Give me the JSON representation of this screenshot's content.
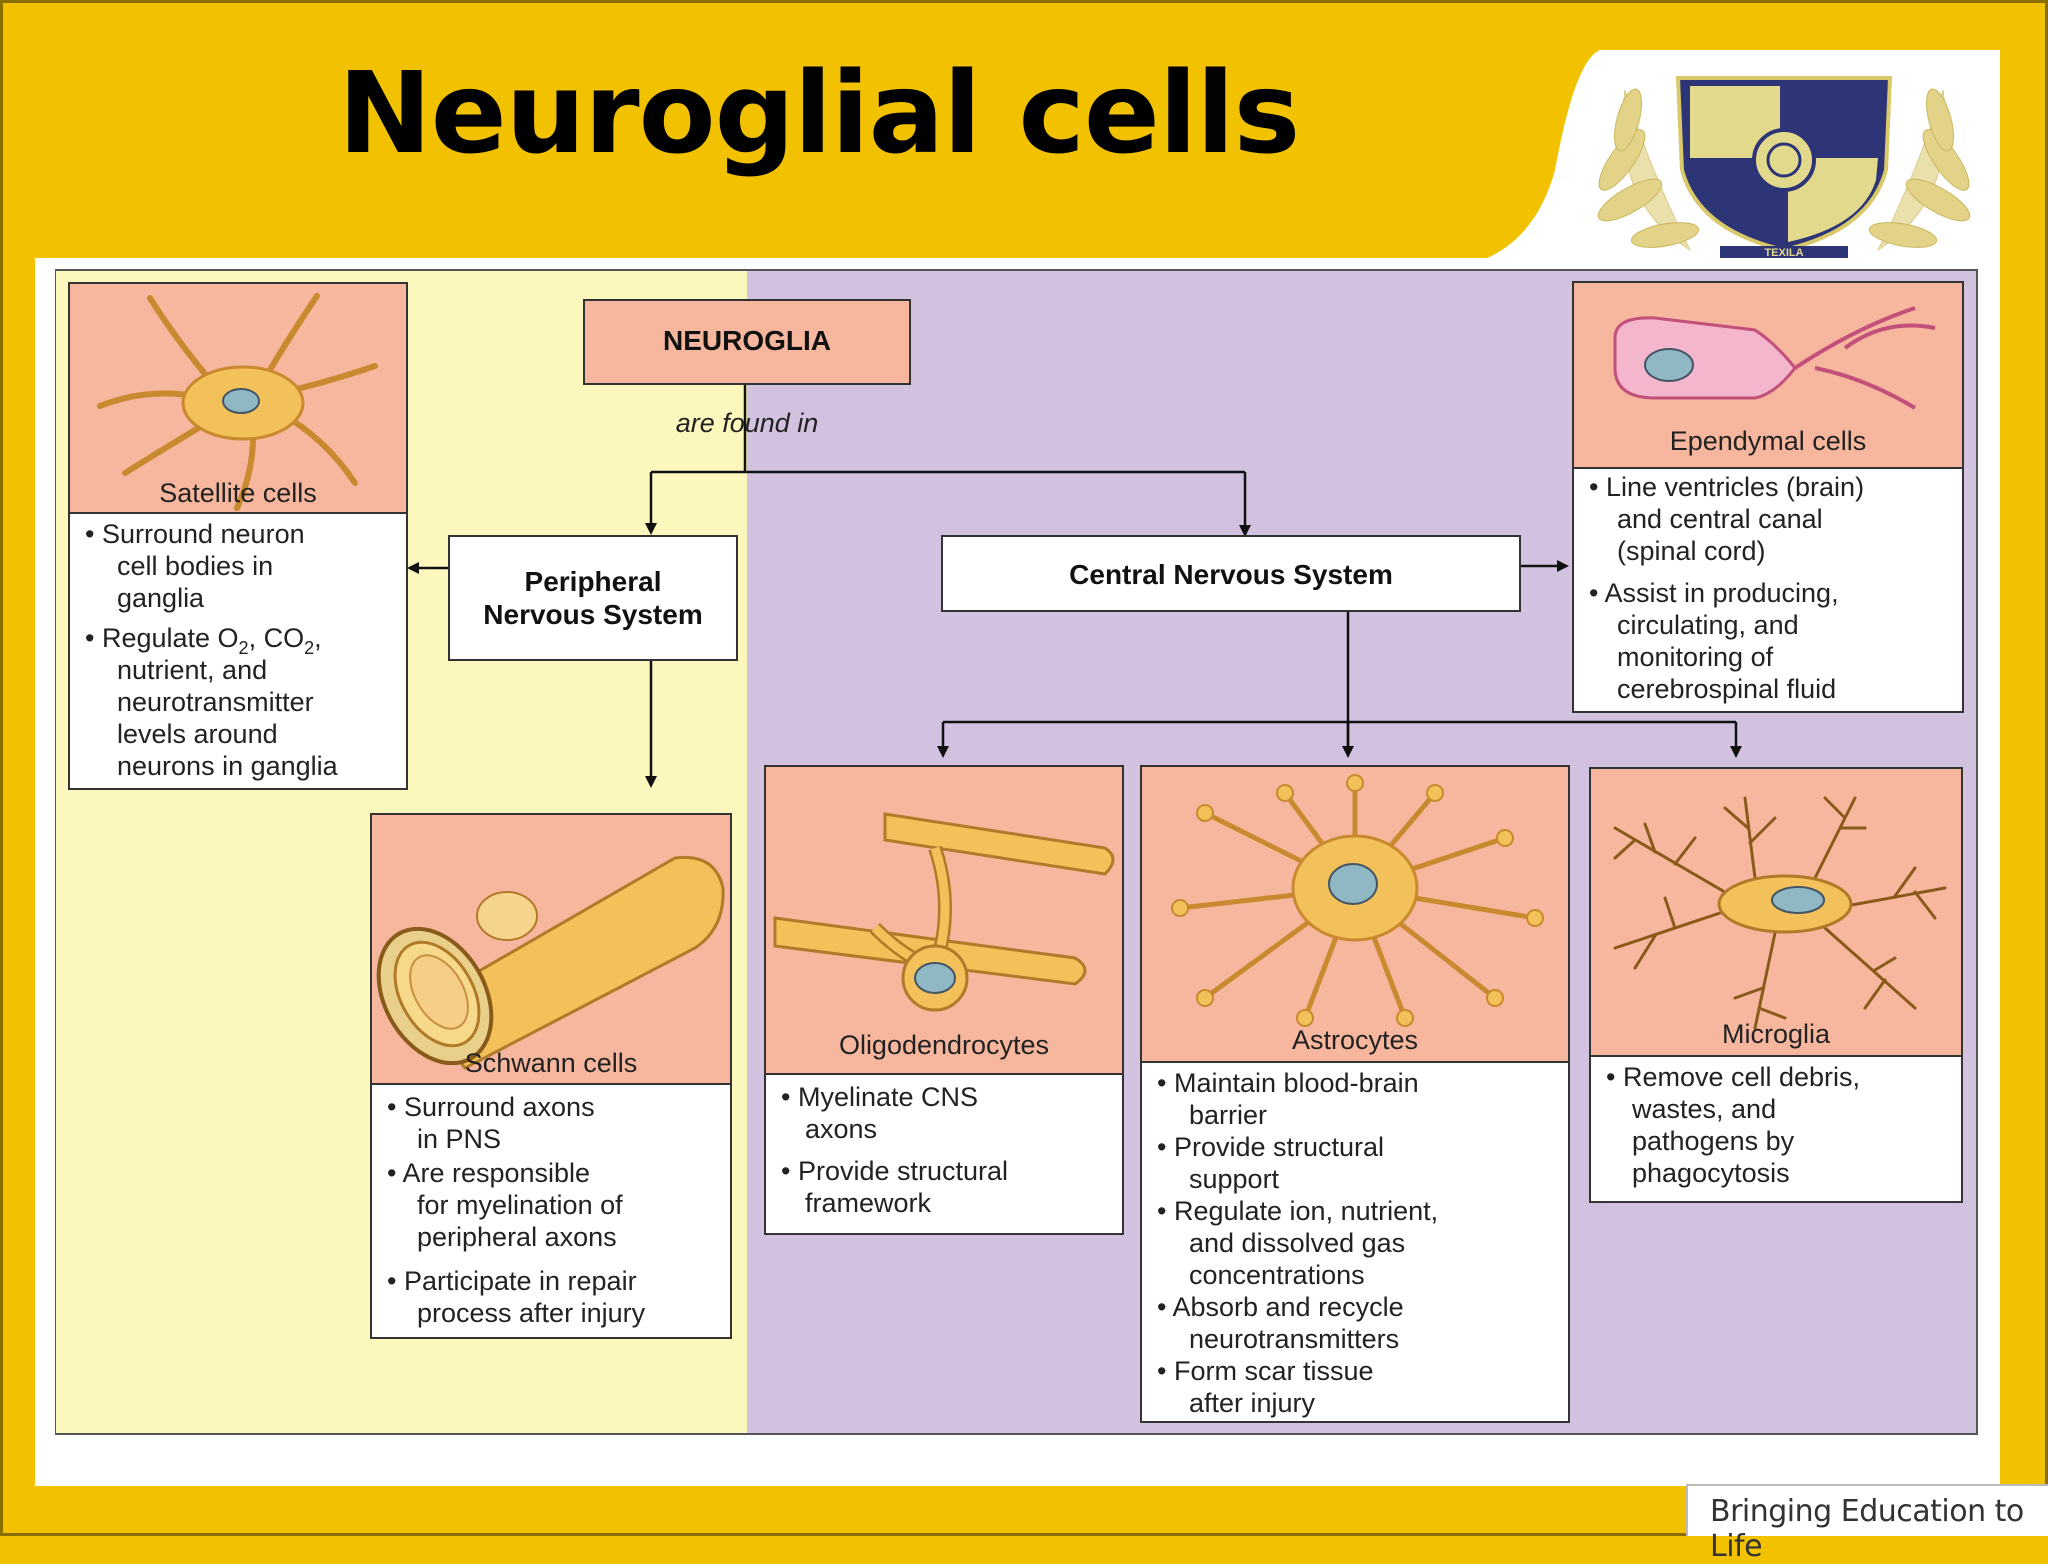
{
  "slide": {
    "title": "Neuroglial cells",
    "tagline": "Bringing Education to Life",
    "logo_text": "TEXILA"
  },
  "diagram": {
    "root": "NEUROGLIA",
    "root_caption": "are found in",
    "pns_line1": "Peripheral",
    "pns_line2": "Nervous System",
    "cns": "Central Nervous System",
    "cells": {
      "satellite": {
        "name": "Satellite cells",
        "lines": [
          "• Surround neuron",
          "cell bodies in",
          "ganglia",
          "• Regulate O",
          ", CO",
          ",",
          "nutrient, and",
          "neurotransmitter",
          "levels around",
          "neurons in ganglia"
        ],
        "sub": "2"
      },
      "schwann": {
        "name": "Schwann cells",
        "lines": [
          "• Surround axons",
          "in PNS",
          "• Are responsible",
          "for myelination of",
          "peripheral axons",
          "• Participate in repair",
          "process after injury"
        ]
      },
      "ependymal": {
        "name": "Ependymal cells",
        "lines": [
          "• Line ventricles (brain)",
          "and central canal",
          "(spinal cord)",
          "• Assist in producing,",
          "circulating, and",
          "monitoring of",
          "cerebrospinal fluid"
        ]
      },
      "oligodendrocytes": {
        "name": "Oligodendrocytes",
        "lines": [
          "• Myelinate CNS",
          "axons",
          "• Provide structural",
          "framework"
        ]
      },
      "astrocytes": {
        "name": "Astrocytes",
        "lines": [
          "• Maintain blood-brain",
          "barrier",
          "• Provide structural",
          "support",
          "• Regulate ion, nutrient,",
          "and dissolved gas",
          "concentrations",
          "• Absorb and recycle",
          "neurotransmitters",
          "• Form scar tissue",
          "after injury"
        ]
      },
      "microglia": {
        "name": "Microglia",
        "lines": [
          "• Remove cell debris,",
          "wastes, and",
          "pathogens by",
          "phagocytosis"
        ]
      }
    }
  },
  "colors": {
    "slide_background": "#f2c200",
    "pns_region": "#fbf7bd",
    "cns_region": "#d2c2e0",
    "image_box": "#f7b79e",
    "cell_body": "#f2c15a",
    "nucleus": "#8fb8c4",
    "ependymal_body": "#f4b6cc"
  }
}
